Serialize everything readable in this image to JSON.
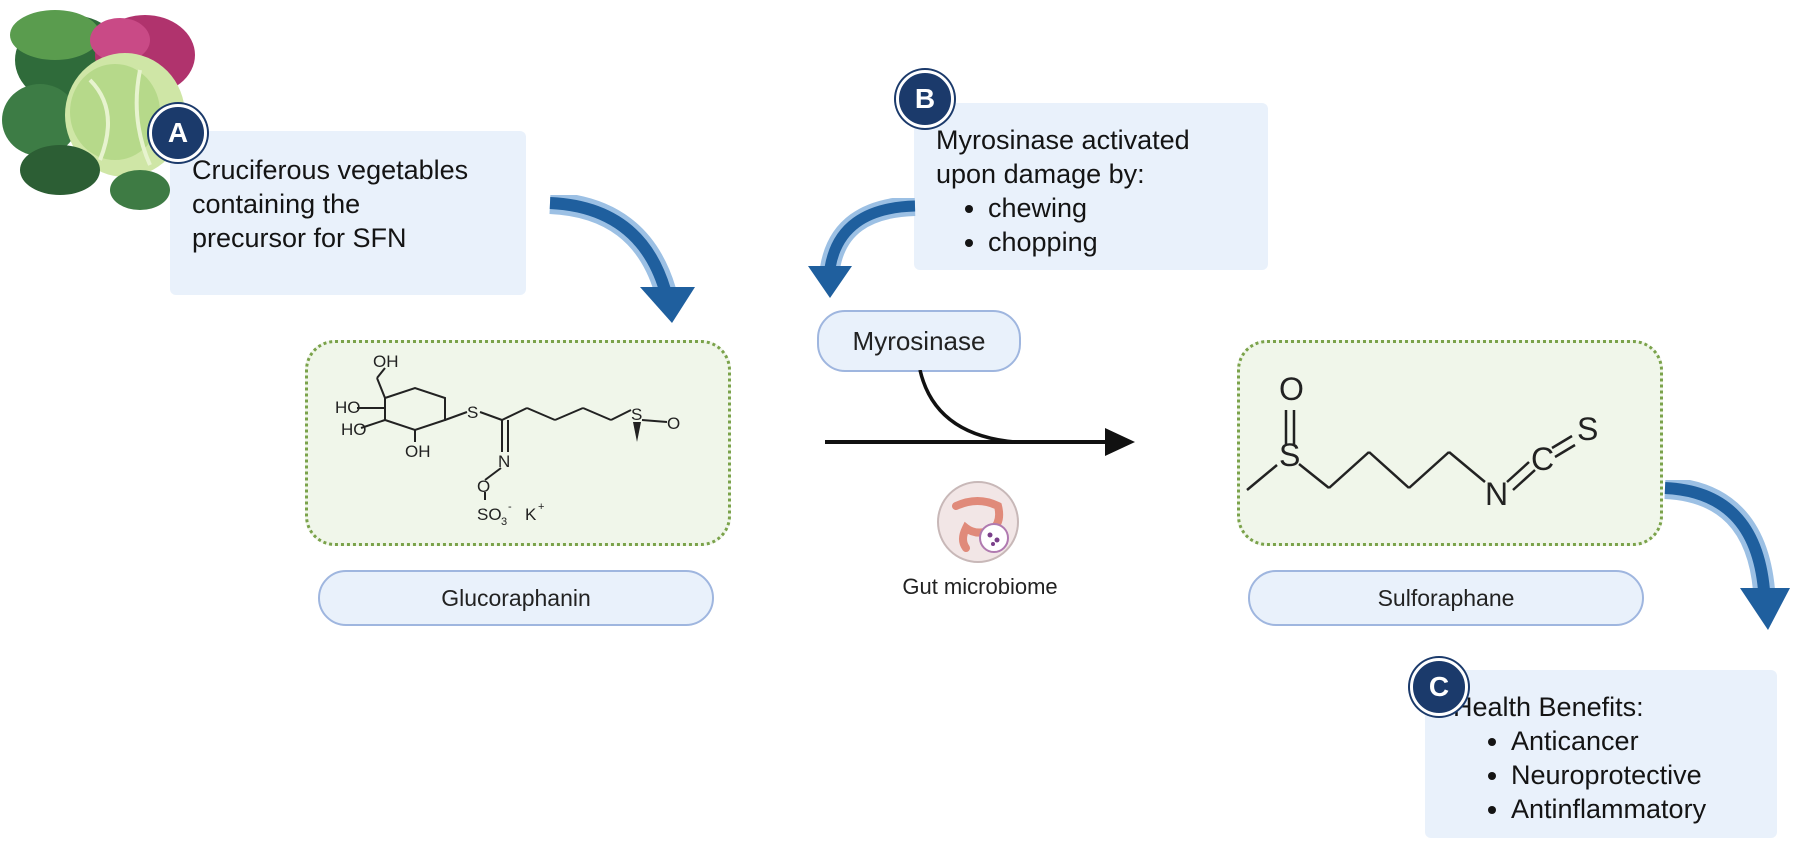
{
  "step_a": {
    "badge": "A",
    "lines": [
      "Cruciferous vegetables",
      "containing the",
      "precursor for SFN"
    ]
  },
  "step_b": {
    "badge": "B",
    "lines": [
      "Myrosinase activated",
      "upon damage by:"
    ],
    "bullets": [
      "chewing",
      "chopping"
    ]
  },
  "step_c": {
    "badge": "C",
    "title": "Health Benefits:",
    "bullets": [
      "Anticancer",
      "Neuroprotective",
      "Antinflammatory"
    ]
  },
  "enzyme_label": "Myrosinase",
  "gut_label": "Gut microbiome",
  "glucoraphanin": {
    "label": "Glucoraphanin",
    "atoms": {
      "oh_top": "OH",
      "ho1": "HO",
      "ho2": "HO",
      "oh_bottom": "OH",
      "s_link": "S",
      "n": "N",
      "o_link": "O",
      "so3": "SO",
      "so3_sub": "3",
      "so3_charge": "-",
      "k": "K",
      "k_charge": "+",
      "s_sulf": "S",
      "o_sulf": "O"
    }
  },
  "sulforaphane": {
    "label": "Sulforaphane",
    "atoms": {
      "o": "O",
      "s": "S",
      "n": "N",
      "c": "C",
      "s_end": "S"
    }
  },
  "colors": {
    "badge": "#1b3a6b",
    "callout_bg": "#e9f1fb",
    "pill_border": "#9fb6df",
    "mol_border": "#7aa24a",
    "curve_arrow": "#1f5f9e"
  }
}
